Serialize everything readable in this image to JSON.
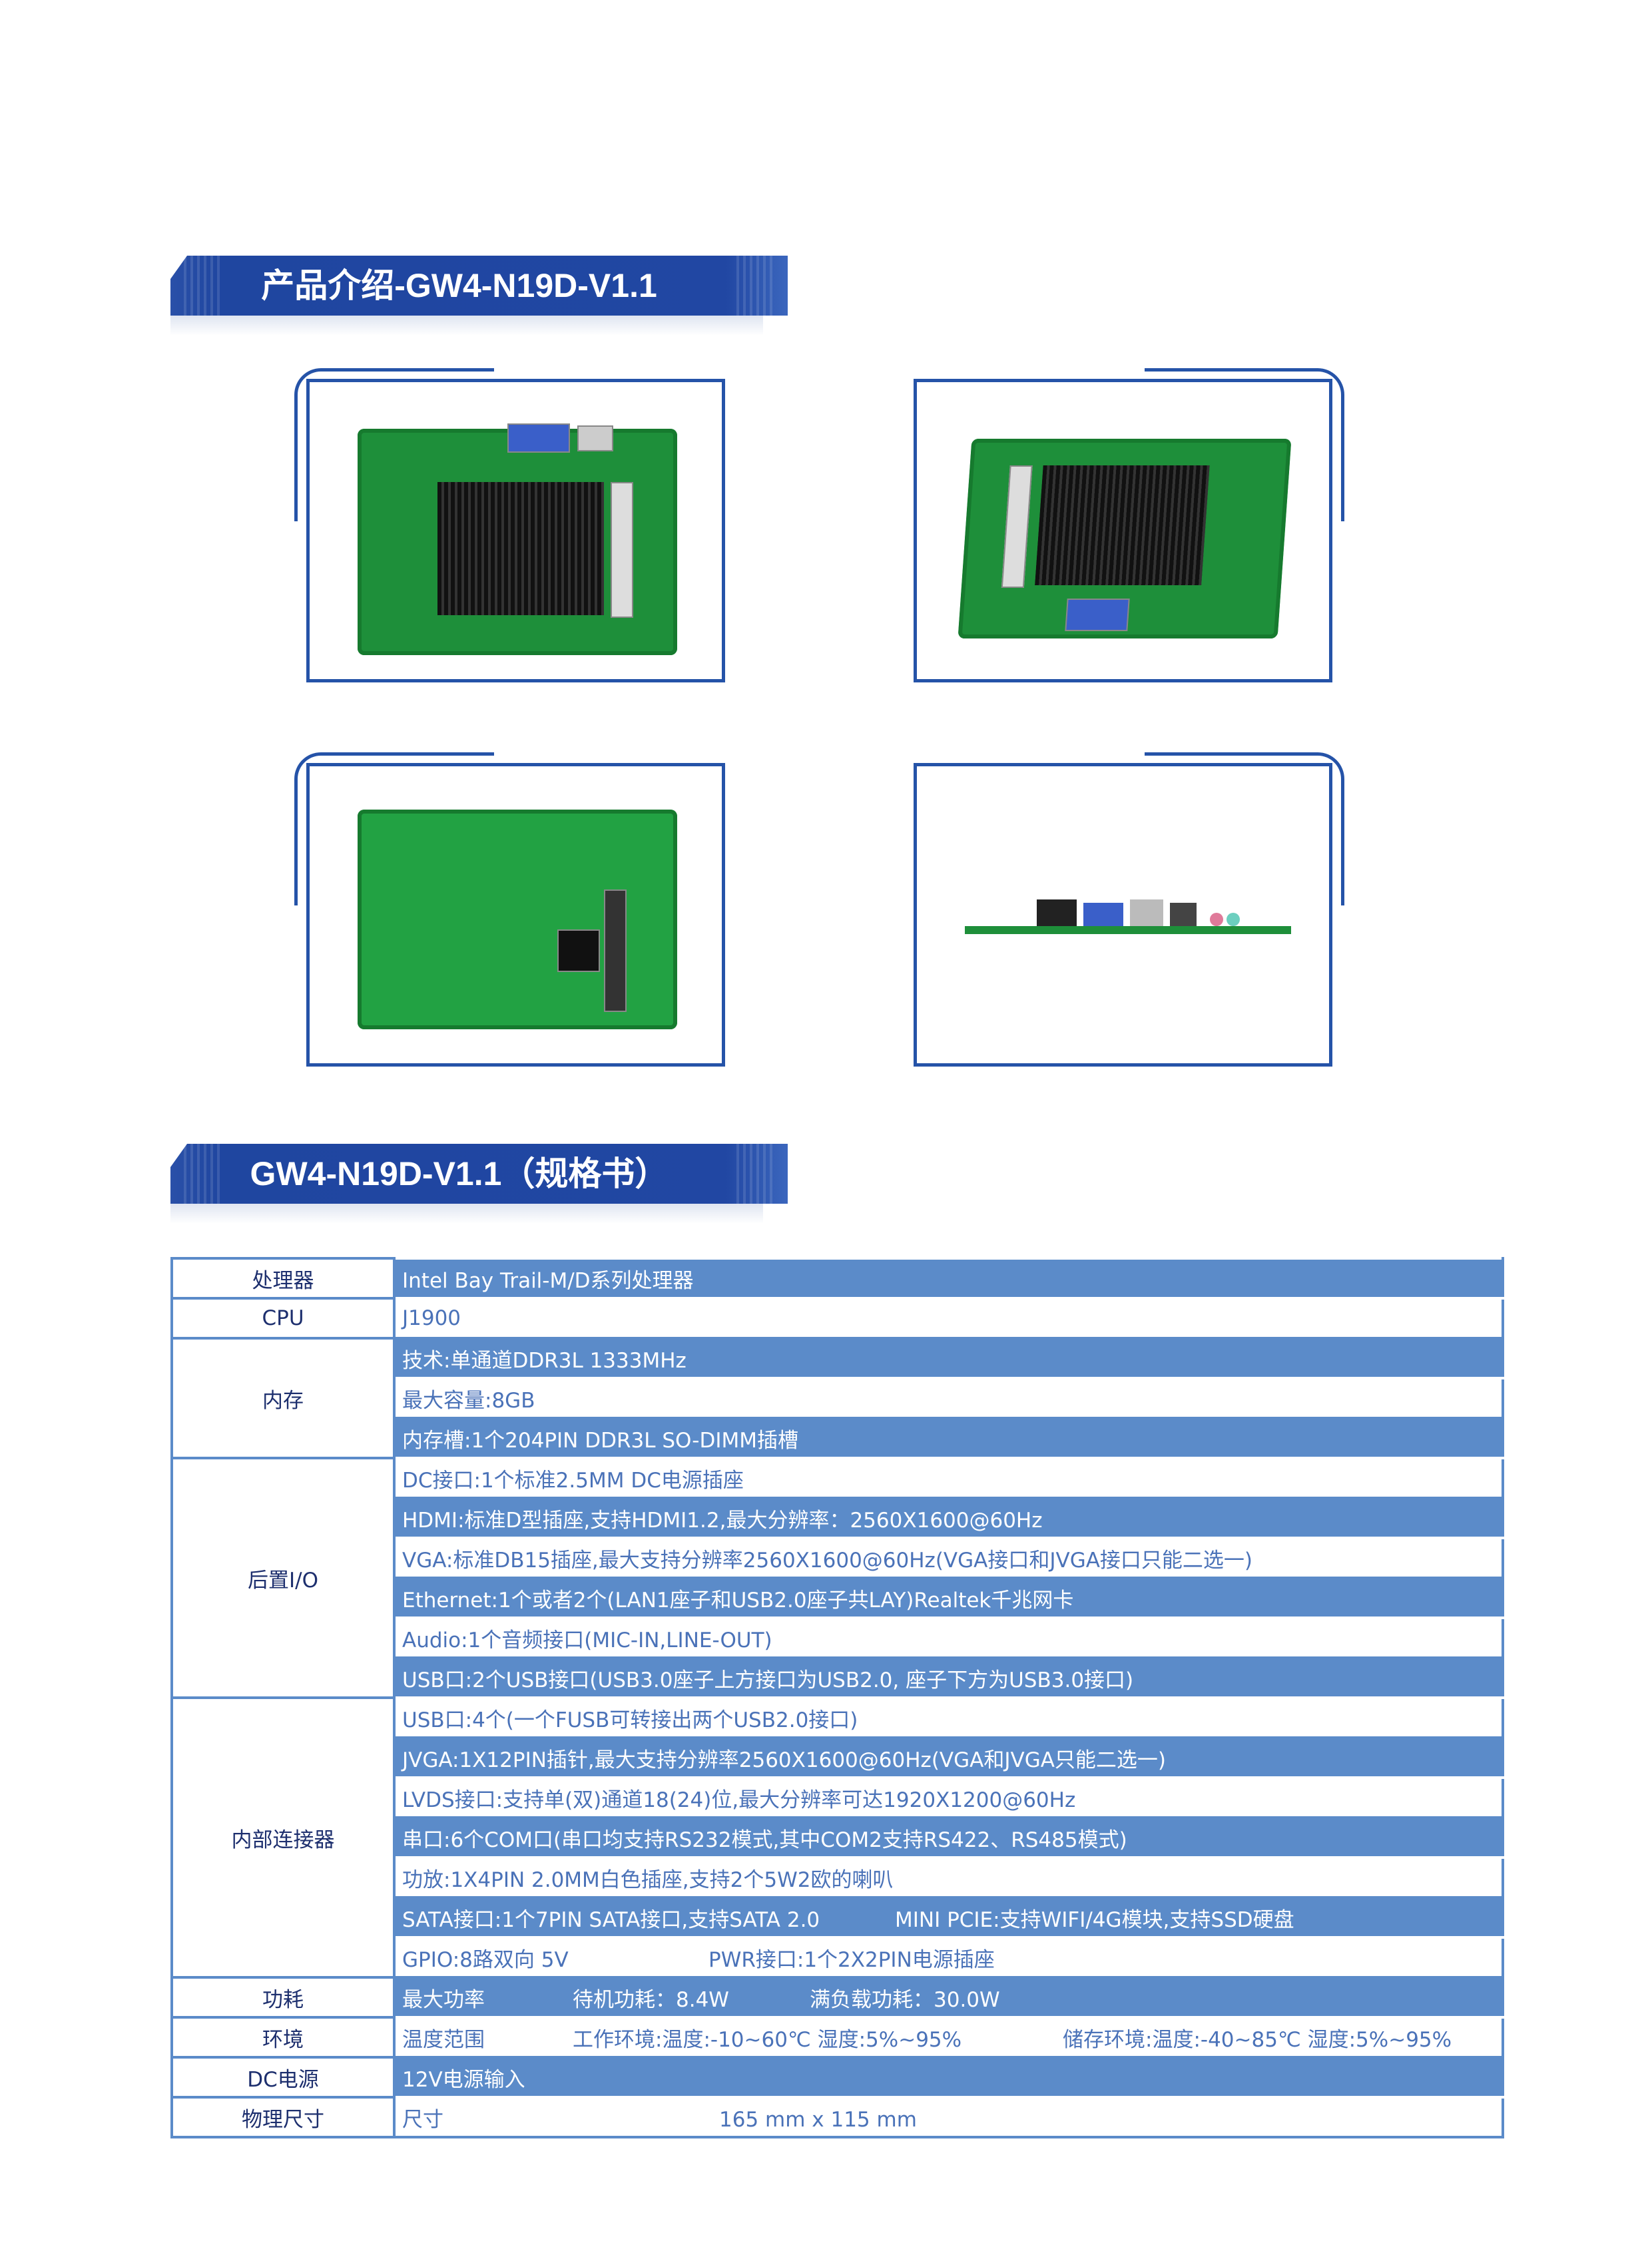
{
  "intro": {
    "title": "产品介绍-GW4-N19D-V1.1"
  },
  "spec": {
    "title": "GW4-N19D-V1.1（规格书）"
  },
  "images": [
    "board-top-view",
    "board-top-view-rotated",
    "board-bottom-view",
    "board-side-io-view"
  ],
  "colors": {
    "banner": "#2147a3",
    "row_blue": "#5b8bc9",
    "label_text": "#1d2f6e",
    "value_text": "#4a72b8"
  },
  "table": {
    "cpu_family": {
      "label": "处理器",
      "value": "Intel Bay Trail-M/D系列处理器"
    },
    "cpu": {
      "label": "CPU",
      "value": "J1900"
    },
    "memory": {
      "label": "内存",
      "rows": [
        "技术:单通道DDR3L 1333MHz",
        "最大容量:8GB",
        "内存槽:1个204PIN DDR3L SO-DIMM插槽"
      ]
    },
    "rear_io": {
      "label": "后置I/O",
      "rows": [
        "DC接口:1个标准2.5MM DC电源插座",
        "HDMI:标准D型插座,支持HDMI1.2,最大分辨率：2560X1600@60Hz",
        "VGA:标准DB15插座,最大支持分辨率2560X1600@60Hz(VGA接口和JVGA接口只能二选一)",
        "Ethernet:1个或者2个(LAN1座子和USB2.0座子共LAY)Realtek千兆网卡",
        "Audio:1个音频接口(MIC-IN,LINE-OUT)",
        "USB口:2个USB接口(USB3.0座子上方接口为USB2.0, 座子下方为USB3.0接口)"
      ]
    },
    "internal": {
      "label": "内部连接器",
      "rows": [
        "USB口:4个(一个FUSB可转接出两个USB2.0接口)",
        "JVGA:1X12PIN插针,最大支持分辨率2560X1600@60Hz(VGA和JVGA只能二选一)",
        "LVDS接口:支持单(双)通道18(24)位,最大分辨率可达1920X1200@60Hz",
        "串口:6个COM口(串口均支持RS232模式,其中COM2支持RS422、RS485模式)",
        "功放:1X4PIN 2.0MM白色插座,支持2个5W2欧的喇叭"
      ],
      "sata": "SATA接口:1个7PIN SATA接口,支持SATA 2.0",
      "minipcie": "MINI PCIE:支持WIFI/4G模块,支持SSD硬盘",
      "gpio": "GPIO:8路双向 5V",
      "pwr": "PWR接口:1个2X2PIN电源插座"
    },
    "power": {
      "label": "功耗",
      "c1": "最大功率",
      "c2": "待机功耗：8.4W",
      "c3": "满负载功耗：30.0W"
    },
    "env": {
      "label": "环境",
      "c1": "温度范围",
      "c2": "工作环境:温度:-10~60℃ 湿度:5%~95%",
      "c3": "储存环境:温度:-40~85℃ 湿度:5%~95%"
    },
    "dc": {
      "label": "DC电源",
      "value": "12V电源输入"
    },
    "size": {
      "label": "物理尺寸",
      "c1": "尺寸",
      "c2": "165 mm x 115 mm"
    }
  }
}
